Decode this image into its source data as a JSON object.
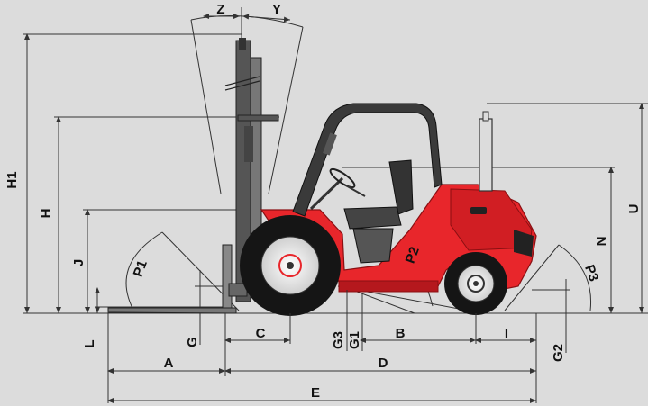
{
  "labels": {
    "H1": "H1",
    "H": "H",
    "J": "J",
    "L": "L",
    "G": "G",
    "P1": "P1",
    "P2": "P2",
    "P3": "P3",
    "Z": "Z",
    "Y": "Y",
    "C": "C",
    "G3": "G3",
    "G1": "G1",
    "B": "B",
    "I": "I",
    "G2": "G2",
    "A": "A",
    "D": "D",
    "E": "E",
    "U": "U",
    "N": "N"
  },
  "colors": {
    "background": "#dcdcdc",
    "body": "#e8262b",
    "body_dark": "#b5181d",
    "tyre": "#111111",
    "mast": "#4a4a4a",
    "lines": "#333333"
  }
}
